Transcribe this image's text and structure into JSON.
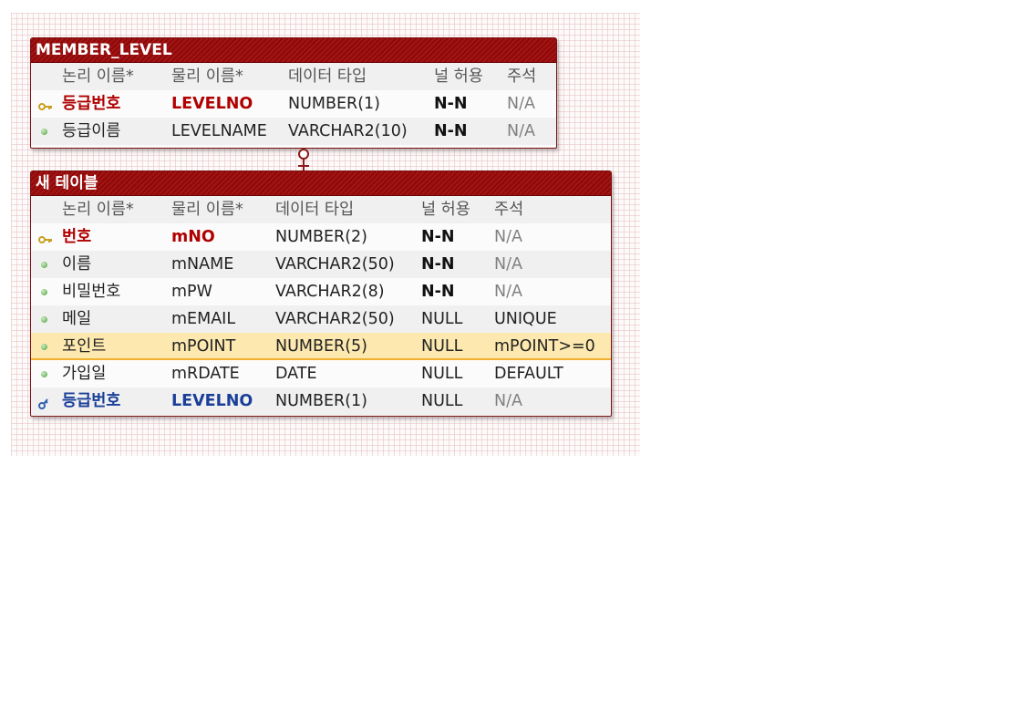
{
  "tables": [
    {
      "name": "MEMBER_LEVEL",
      "headers": {
        "logical": "논리 이름*",
        "physical": "물리 이름*",
        "datatype": "데이터 타입",
        "nullable": "널 허용",
        "comment": "주석"
      },
      "columns": [
        {
          "logical": "등급번호",
          "physical": "LEVELNO",
          "datatype": "NUMBER(1)",
          "nullable": "N-N",
          "comment": "N/A",
          "key": "pk"
        },
        {
          "logical": "등급이름",
          "physical": "LEVELNAME",
          "datatype": "VARCHAR2(10)",
          "nullable": "N-N",
          "comment": "N/A",
          "key": "none"
        }
      ]
    },
    {
      "name": "새 테이블",
      "headers": {
        "logical": "논리 이름*",
        "physical": "물리 이름*",
        "datatype": "데이터 타입",
        "nullable": "널 허용",
        "comment": "주석"
      },
      "columns": [
        {
          "logical": "번호",
          "physical": "mNO",
          "datatype": "NUMBER(2)",
          "nullable": "N-N",
          "comment": "N/A",
          "key": "pk"
        },
        {
          "logical": "이름",
          "physical": "mNAME",
          "datatype": "VARCHAR2(50)",
          "nullable": "N-N",
          "comment": "N/A",
          "key": "none"
        },
        {
          "logical": "비밀번호",
          "physical": "mPW",
          "datatype": "VARCHAR2(8)",
          "nullable": "N-N",
          "comment": "N/A",
          "key": "none"
        },
        {
          "logical": "메일",
          "physical": "mEMAIL",
          "datatype": "VARCHAR2(50)",
          "nullable": "NULL",
          "comment": "UNIQUE",
          "key": "none"
        },
        {
          "logical": "포인트",
          "physical": "mPOINT",
          "datatype": "NUMBER(5)",
          "nullable": "NULL",
          "comment": "mPOINT>=0",
          "key": "none",
          "selected": true
        },
        {
          "logical": "가입일",
          "physical": "mRDATE",
          "datatype": "DATE",
          "nullable": "NULL",
          "comment": "DEFAULT",
          "key": "none"
        },
        {
          "logical": "등급번호",
          "physical": "LEVELNO",
          "datatype": "NUMBER(1)",
          "nullable": "NULL",
          "comment": "N/A",
          "key": "fk"
        }
      ]
    }
  ],
  "colors": {
    "title_bar": "#9a1010",
    "primary_key": "#b00000",
    "foreign_key": "#1a3f99",
    "selection": "#fde9b0"
  }
}
